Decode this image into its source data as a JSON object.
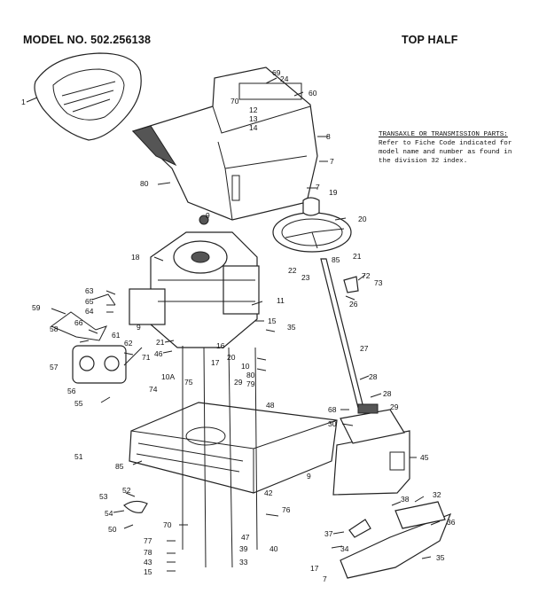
{
  "header": {
    "model": "MODEL NO. 502.256138",
    "section": "TOP HALF"
  },
  "note": {
    "title": "TRANSAXLE OR TRANSMISSION PARTS:",
    "lines": [
      "Refer to Fiche Code indicated for",
      "model name and number as found in",
      "the division 32 index."
    ]
  },
  "callouts": [
    "1",
    "69",
    "24",
    "60",
    "70",
    "12",
    "13",
    "14",
    "8",
    "7",
    "80",
    "7",
    "19",
    "20",
    "21",
    "22",
    "23",
    "72",
    "73",
    "18",
    "9",
    "11",
    "63",
    "65",
    "64",
    "59",
    "66",
    "62",
    "61",
    "58",
    "57",
    "71",
    "56",
    "55",
    "15",
    "35",
    "21",
    "46",
    "17",
    "16",
    "9",
    "10",
    "10A",
    "75",
    "74",
    "80",
    "79",
    "29",
    "48",
    "26",
    "27",
    "28",
    "28",
    "68",
    "29",
    "30",
    "45",
    "85",
    "51",
    "52",
    "53",
    "54",
    "50",
    "70",
    "42",
    "76",
    "77",
    "78",
    "43",
    "15",
    "47",
    "39",
    "40",
    "33",
    "32",
    "38",
    "37",
    "34",
    "36",
    "35",
    "17",
    "7",
    "9",
    "20",
    "85"
  ]
}
